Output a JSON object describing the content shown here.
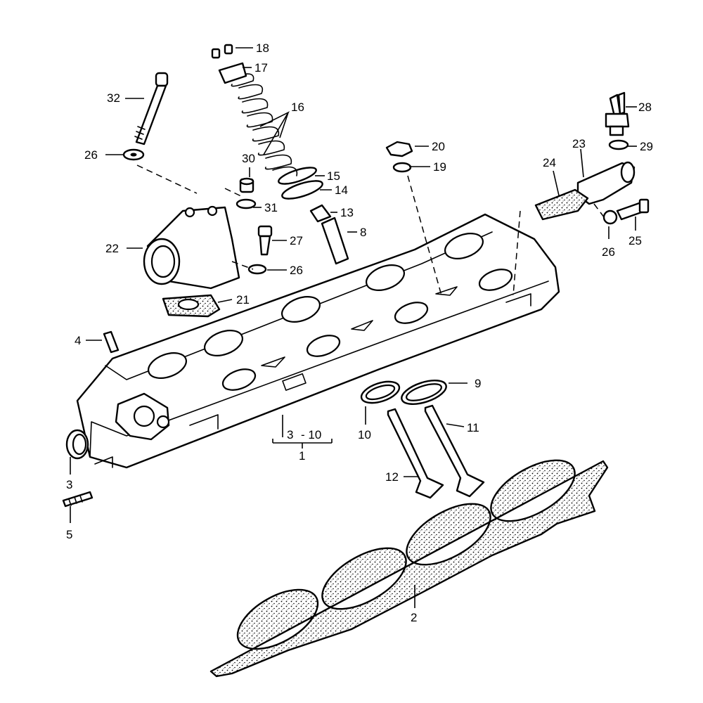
{
  "callouts": {
    "c1": "1",
    "c2": "2",
    "c3": "3",
    "c3_10a": "3",
    "c3_10b": "- 10",
    "c4": "4",
    "c5": "5",
    "c8": "8",
    "c9": "9",
    "c10": "10",
    "c11": "11",
    "c12": "12",
    "c13": "13",
    "c14": "14",
    "c15": "15",
    "c16": "16",
    "c17": "17",
    "c18": "18",
    "c19": "19",
    "c20": "20",
    "c21": "21",
    "c22": "22",
    "c23": "23",
    "c24": "24",
    "c25": "25",
    "c26a": "26",
    "c26b": "26",
    "c26c": "26",
    "c27": "27",
    "c28": "28",
    "c29": "29",
    "c30": "30",
    "c31": "31",
    "c32": "32"
  }
}
